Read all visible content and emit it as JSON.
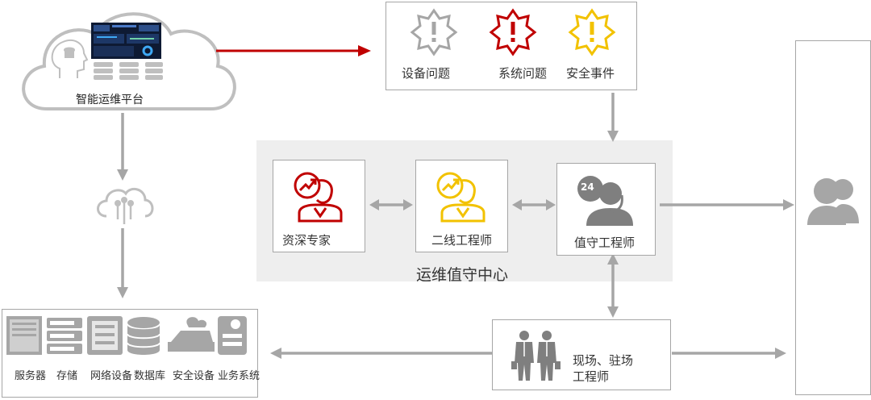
{
  "platform": {
    "label": "智能运维平台"
  },
  "problems": [
    {
      "label": "设备问题",
      "color": "#a6a6a6"
    },
    {
      "label": "系统问题",
      "color": "#c00000"
    },
    {
      "label": "安全事件",
      "color": "#f2c200"
    }
  ],
  "center": {
    "title": "运维值守中心",
    "roles": [
      {
        "label": "资深专家",
        "color": "#c00000"
      },
      {
        "label": "二线工程师",
        "color": "#f2c200"
      },
      {
        "label": "值守工程师",
        "color": "#7f7f7f",
        "badge": "24"
      }
    ]
  },
  "onsite": {
    "label_line1": "现场、驻场",
    "label_line2": "工程师"
  },
  "infra": {
    "labels": [
      "服务器",
      "存储",
      "网络设备",
      "数据库",
      "安全设备",
      "业务系统"
    ]
  },
  "colors": {
    "arrow_red": "#c00000",
    "arrow_gray": "#a6a6a6",
    "center_bg": "#eeeeee"
  }
}
